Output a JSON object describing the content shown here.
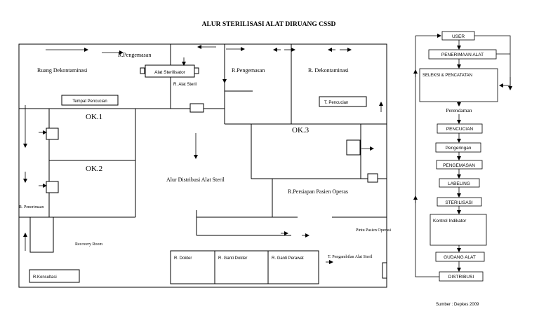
{
  "title": "ALUR STERILISASI ALAT DIRUANG CSSD",
  "source": "Sumber : Depkes 2009",
  "floorplan": {
    "rooms": {
      "r_pengemasan_top": "R.Pengemasan",
      "ruang_dekontaminasi": "Ruang Dekontaminasi",
      "alat_sterilisator": "Alat Sterilisator",
      "r_alat_steril": "R. Alat Steril",
      "r_pengemasan_mid": "R.Pengemasan",
      "r_dekontaminasi": "R. Dekontaminasi",
      "tempat_pencucian": "Tempat Pencucian",
      "t_pencucian": "T. Pencucian",
      "ok1": "OK.1",
      "ok2": "OK.2",
      "ok3": "OK.3",
      "alur_distribusi": "Alur Distribusi Alat Steril",
      "r_penerimaan": "R. Penerimaan",
      "r_persiapan": "R.Persiapan Pasien Operas",
      "pintu_pasien": "Pintu Pasien Operasi",
      "recovery_room": "Recovery Room",
      "r_dokter": "R. Dokter",
      "r_ganti_dokter": "R. Ganti Dokter",
      "r_ganti_perawat": "R. Ganti Perawat",
      "r_konsultasi": "R.Konsultasi",
      "t_pengambilan": "T. Pengambilan Alat Steril"
    }
  },
  "flowchart": {
    "steps": [
      "USER",
      "PENERIMAAN ALAT",
      "SELEKSI & PENCATATAN",
      "Perendaman",
      "PENCUCIAN",
      "Pengeringan",
      "PENGEMASAN",
      "LABELING",
      "STERILISASI",
      "Kontrol Indikator",
      "GUDANG ALAT",
      "DISTRIBUSI"
    ]
  }
}
